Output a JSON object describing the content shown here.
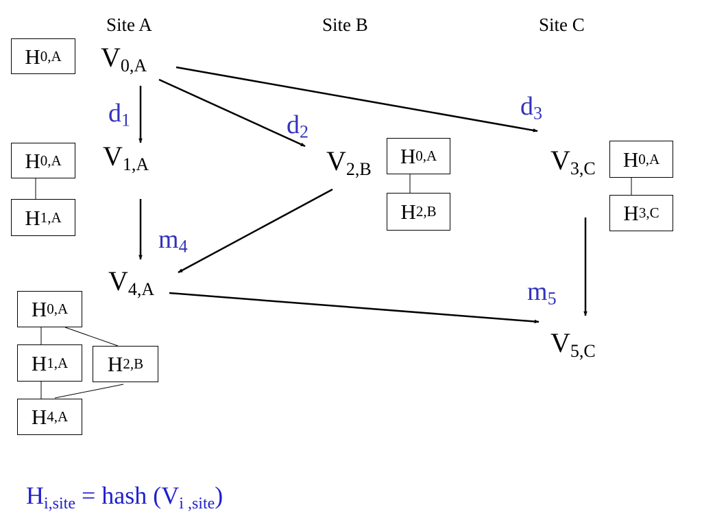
{
  "sites": {
    "a": "Site A",
    "b": "Site B",
    "c": "Site C"
  },
  "versions": {
    "v0": {
      "base": "V",
      "sub": "0,A"
    },
    "v1": {
      "base": "V",
      "sub": "1,A"
    },
    "v2": {
      "base": "V",
      "sub": "2,B"
    },
    "v3": {
      "base": "V",
      "sub": "3,C"
    },
    "v4": {
      "base": "V",
      "sub": "4,A"
    },
    "v5": {
      "base": "V",
      "sub": "5,C"
    }
  },
  "hashes": {
    "h0a": {
      "base": "H",
      "sub": "0,A"
    },
    "h1a": {
      "base": "H",
      "sub": "1,A"
    },
    "h2b": {
      "base": "H",
      "sub": "2,B"
    },
    "h3c": {
      "base": "H",
      "sub": "3,C"
    },
    "h4a": {
      "base": "H",
      "sub": "4,A"
    }
  },
  "edges": {
    "d1": {
      "base": "d",
      "sub": "1"
    },
    "d2": {
      "base": "d",
      "sub": "2"
    },
    "d3": {
      "base": "d",
      "sub": "3"
    },
    "m4": {
      "base": "m",
      "sub": "4"
    },
    "m5": {
      "base": "m",
      "sub": "5"
    }
  },
  "formula": {
    "lhs_base": "H",
    "lhs_sub": "i,site",
    "middle": " = hash (V",
    "rhs_sub": "i ,site",
    "end": ")"
  },
  "colors": {
    "edge_label": "#3333bb",
    "formula": "#1f1fcc",
    "line": "#000000"
  }
}
